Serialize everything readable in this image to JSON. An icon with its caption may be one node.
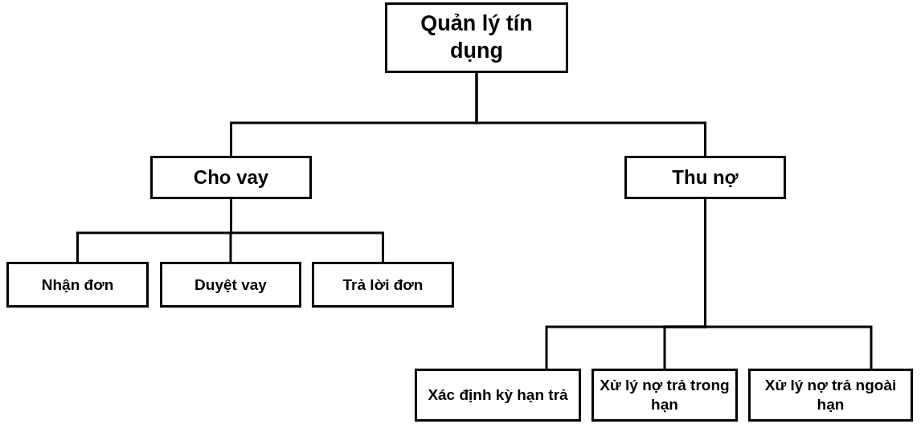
{
  "diagram": {
    "nodes": [
      {
        "text": [
          "Quản lý tín dụng"
        ]
      },
      {
        "text": [
          "Cho vay"
        ]
      },
      {
        "text": [
          "Thu nợ"
        ]
      },
      {
        "text": [
          "Nhận đơn"
        ]
      },
      {
        "text": [
          "Duyệt vay"
        ]
      },
      {
        "text": [
          "Trả lời đơn"
        ]
      },
      {
        "text": [
          "Xác định kỳ hạn trả"
        ]
      },
      {
        "text": [
          "Xử lý nợ trả trong hạn"
        ]
      },
      {
        "text": [
          "Xử lý nợ trả ngoài hạn"
        ]
      }
    ],
    "edges": [
      {
        "from": 0,
        "to": 1,
        "arrow": "none"
      },
      {
        "from": 0,
        "to": 2,
        "arrow": "none"
      },
      {
        "from": 1,
        "to": 3,
        "arrow": "none"
      },
      {
        "from": 1,
        "to": 4,
        "arrow": "none"
      },
      {
        "from": 1,
        "to": 5,
        "arrow": "none"
      },
      {
        "from": 2,
        "to": 6,
        "arrow": "none"
      },
      {
        "from": 2,
        "to": 7,
        "arrow": "none"
      },
      {
        "from": 2,
        "to": 8,
        "arrow": "none"
      }
    ]
  }
}
